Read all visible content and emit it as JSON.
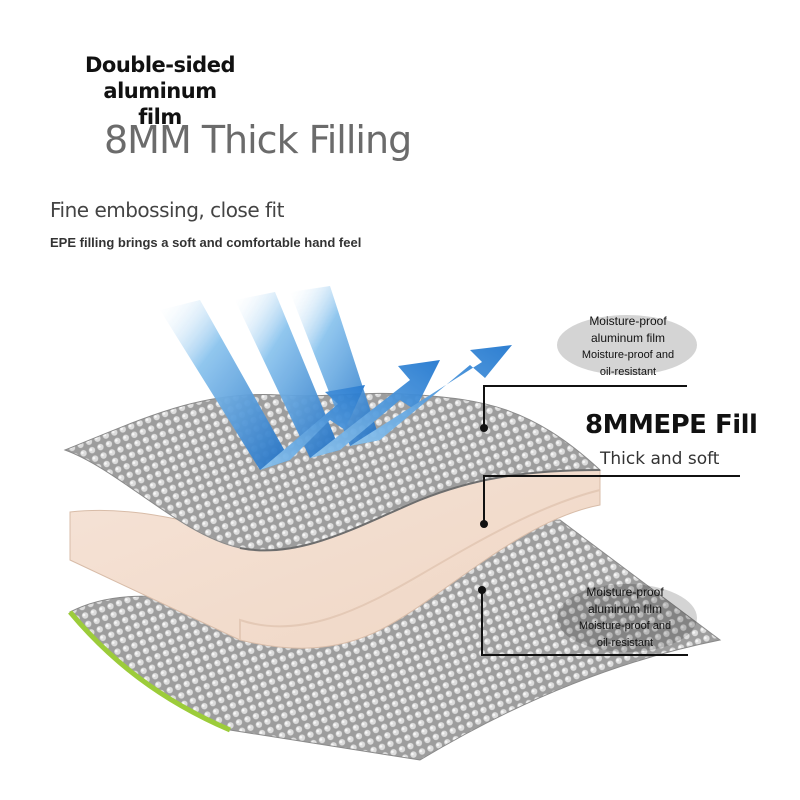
{
  "heading": {
    "film_line1": "Double-sided aluminum",
    "film_line2": "film",
    "main": "8MM Thick Filling",
    "subtitle": "Fine embossing, close fit",
    "description": "EPE filling brings a soft and comfortable hand feel"
  },
  "labels": {
    "top": {
      "line1": "Moisture-proof",
      "line2": "aluminum film",
      "line3": "Moisture-proof and",
      "line4": "oil-resistant"
    },
    "fill": {
      "title": "8MMEPE Fill",
      "subtitle": "Thick and soft"
    },
    "bottom": {
      "line1": "Moisture-proof",
      "line2": "aluminum film",
      "line3": "Moisture-proof and",
      "line4": "oil-resistant"
    }
  },
  "colors": {
    "foil": "#a8a8a8",
    "foam": "#f2ddd0",
    "arrow": "#2f7fd0",
    "edge_green": "#9ccc3a",
    "line": "#111111"
  }
}
